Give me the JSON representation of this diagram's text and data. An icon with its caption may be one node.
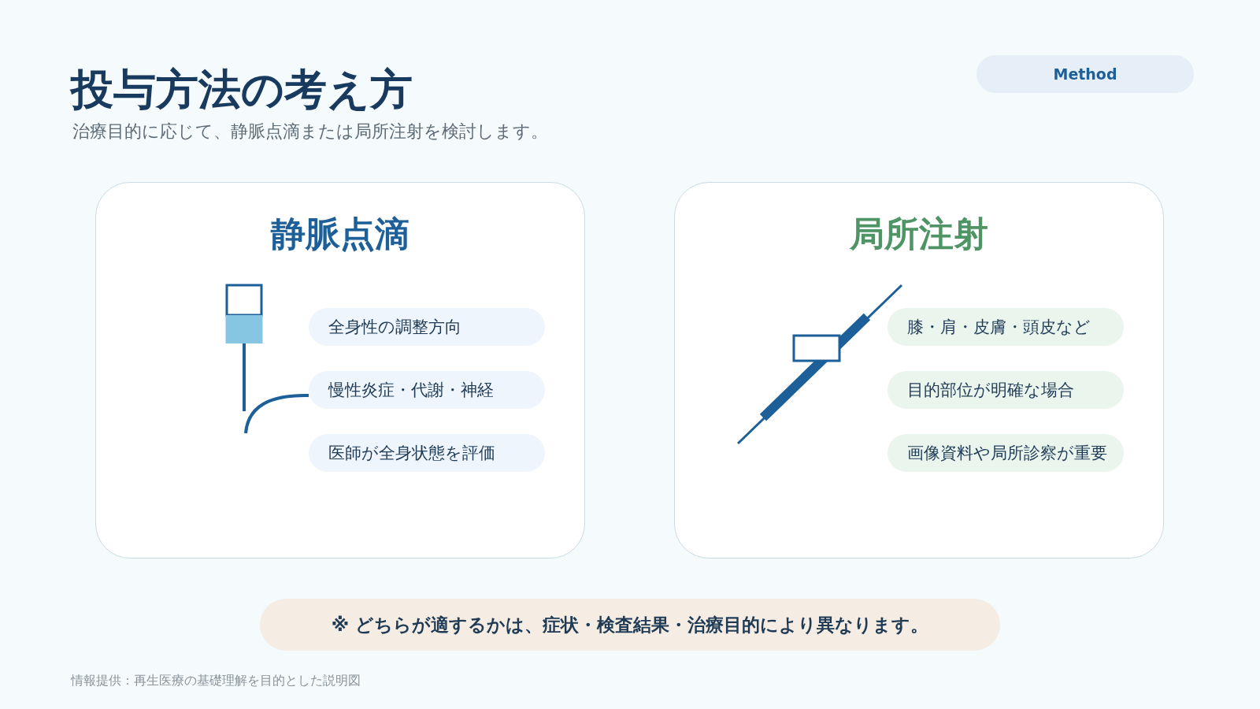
{
  "diagram": {
    "title": "投与方法の考え方",
    "nodes": [
      {
        "text": [
          "静脈点滴"
        ]
      },
      {
        "text": [
          "全身性の調整方向"
        ],
        "in": 0
      },
      {
        "text": [
          "慢性炎症・代謝・神経"
        ],
        "in": 0
      },
      {
        "text": [
          "医師が全身状態を評価"
        ],
        "in": 0
      },
      {
        "text": [
          "局所注射"
        ]
      },
      {
        "text": [
          "膝・肩・皮膚・頭皮など"
        ],
        "in": 4
      },
      {
        "text": [
          "目的部位が明確な場合"
        ],
        "in": 4
      },
      {
        "text": [
          "画像資料や局所診察が重要"
        ],
        "in": 4
      },
      {
        "text": [
          "※ どちらが適するかは、症状・検査結果・治療目的により異なります。"
        ]
      }
    ],
    "edges": [],
    "labels": [
      "Method",
      "治療目的に応じて、静脈点滴または局所注射を検討します。",
      "情報提供：再生医療の基礎理解を目的とした説明図"
    ]
  }
}
